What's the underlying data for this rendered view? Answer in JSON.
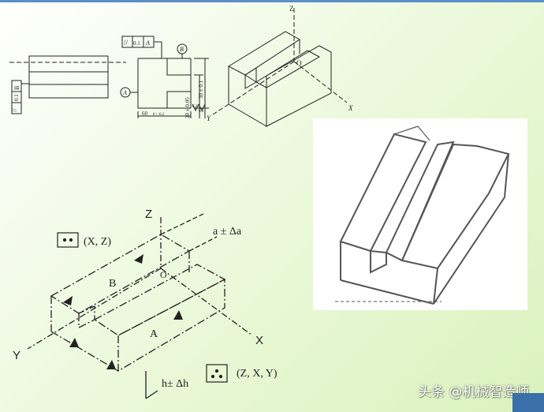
{
  "figure_top": {
    "frame_label_1": "//",
    "frame_label_2": "0.1",
    "frame_label_3": "A",
    "frame_side_1": "//",
    "frame_side_2": "0.1",
    "frame_side_3": "B",
    "datum_a": "A",
    "datum_b": "B",
    "dim_bottom": "60",
    "dim_bottom_tol": "0 / -0.2",
    "dim_right_1": "20 ± 0.05",
    "dim_right_2": "30 ± 0.1",
    "rough_1": "6.3",
    "rough_2": "6.3",
    "axis_z": "Z",
    "axis_x": "X",
    "axis_y": "Y",
    "origin": "O"
  },
  "figure_bottom": {
    "axis_z": "Z",
    "axis_x": "X",
    "axis_y": "Y",
    "origin": "O",
    "face_a": "A",
    "face_b": "B",
    "dim_top": "a ± Δa",
    "dim_bottom": "h± Δh",
    "constraint_1": "(X, Z)",
    "constraint_2": "(Z, X, Y)"
  },
  "watermark": "头条 @机械智造师"
}
